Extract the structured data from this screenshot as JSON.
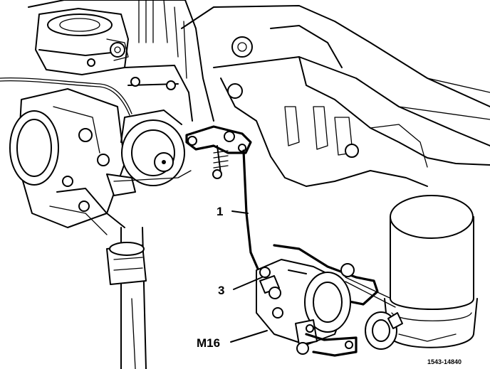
{
  "callouts": {
    "label_1": "1",
    "label_3": "3",
    "label_m16": "M16"
  },
  "figure_id": "1543-14840"
}
